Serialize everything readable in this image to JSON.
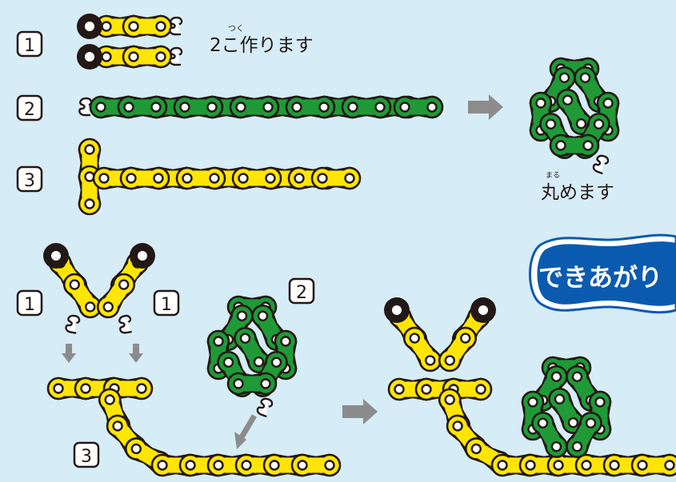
{
  "steps": {
    "s1": "1",
    "s2": "2",
    "s3": "3"
  },
  "text": {
    "make_two": "2こ作ります",
    "make_two_ruby": "つく",
    "roll_up": "丸めます",
    "roll_up_ruby": "まる",
    "done": "できあがり"
  },
  "assembly_labels": {
    "left_arm": "1",
    "right_arm": "1",
    "shell": "2",
    "body": "3"
  },
  "colors": {
    "background": "#d6ecf7",
    "yellow_link": "#ffe600",
    "green_link": "#1f9a37",
    "dark": "#231815",
    "arrow_gray": "#8c8c8c",
    "badge_blue": "#0a5bb0"
  },
  "icons": [
    "eye-icon",
    "hook-icon",
    "arrow-right-icon",
    "arrow-down-icon"
  ]
}
